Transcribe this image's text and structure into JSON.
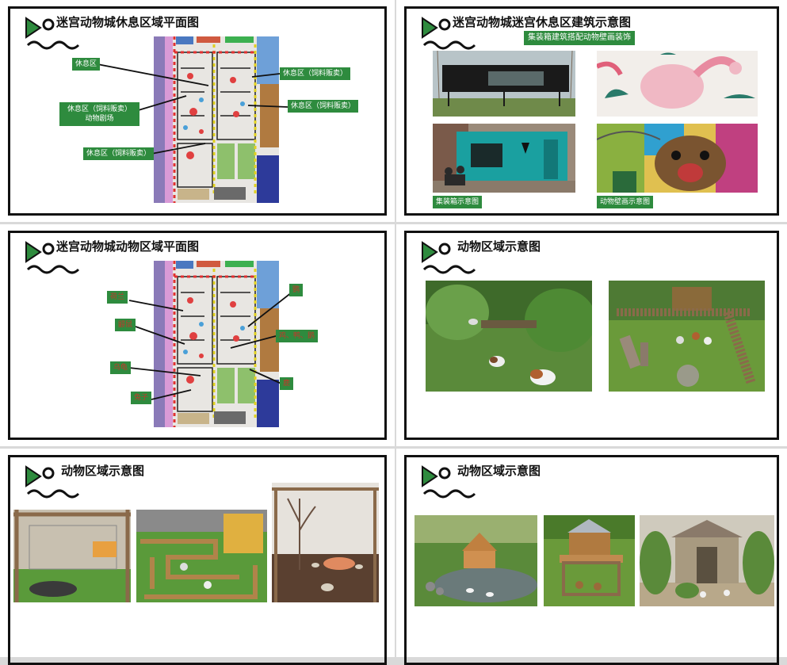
{
  "panels": {
    "p1": {
      "title": "迷宫动物城休息区域平面图",
      "labels": [
        "休息区",
        "休息区（饲料贩卖）",
        "休息区（饲料贩卖）",
        "动物剧场",
        "休息区（饲料贩卖）",
        "休息区（饲料贩卖）"
      ]
    },
    "p2": {
      "title": "迷宫动物城迷宫休息区建筑示意图",
      "banner": "集装箱建筑搭配动物壁画装饰",
      "caption_left": "集装箱示意图",
      "caption_right": "动物壁画示意图"
    },
    "p3": {
      "title": "迷宫动物城动物区域平面图",
      "labels": [
        "荷兰",
        "鼹鼠",
        "鹦",
        "鸡、鸭、鹅",
        "乌龟",
        "鹿",
        "兔子"
      ]
    },
    "p4": {
      "title": "动物区域示意图"
    },
    "p5": {
      "title": "动物区域示意图"
    },
    "p6": {
      "title": "动物区域示意图"
    }
  },
  "colors": {
    "tag_green": "#2e8b3e",
    "deco_green": "#2e8b3e"
  }
}
